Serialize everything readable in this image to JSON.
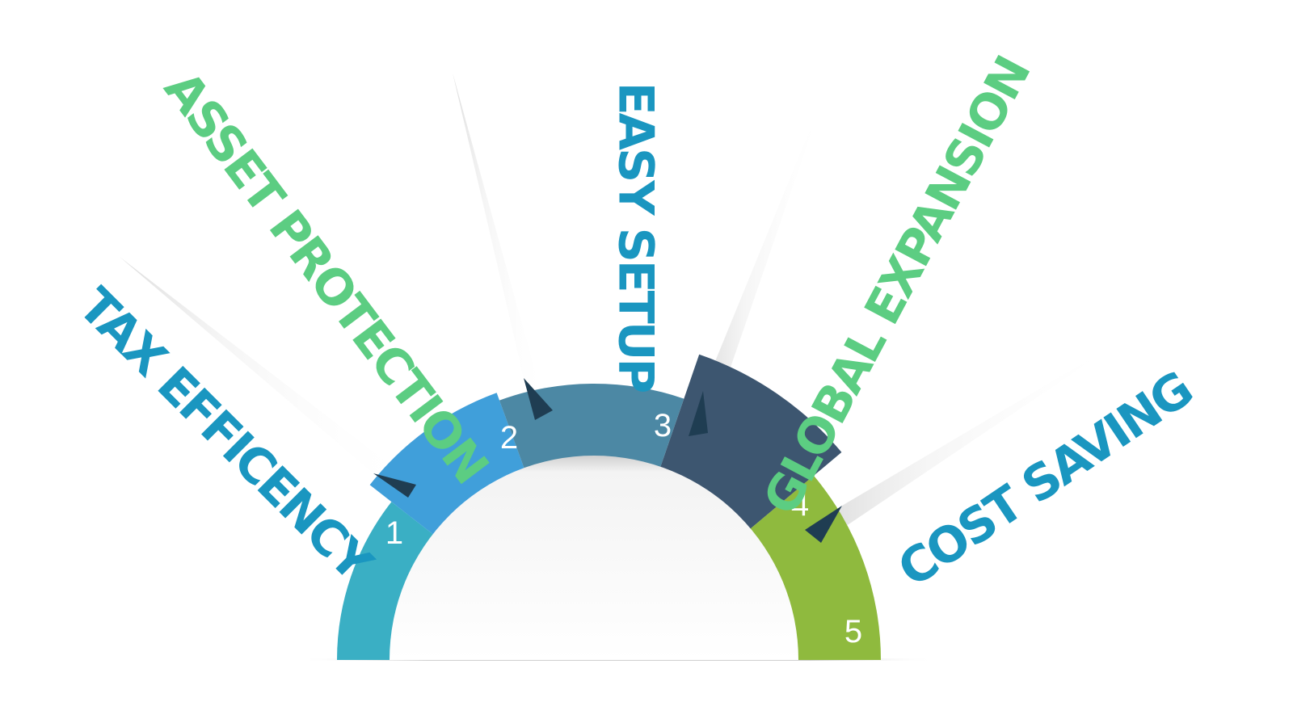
{
  "diagram": {
    "segments": [
      {
        "number": "1",
        "label": "TAX EFFICENCY",
        "color": "#3aafc4",
        "label_color": "#1a96c0"
      },
      {
        "number": "2",
        "label": "ASSET PROTECTION",
        "color": "#409fda",
        "label_color": "#5ccd82"
      },
      {
        "number": "3",
        "label": "EASY SETUP",
        "color": "#4c88a4",
        "label_color": "#1a96c0"
      },
      {
        "number": "4",
        "label": "GLOBAL EXPANSION",
        "color": "#3d5670",
        "label_color": "#5ccd82"
      },
      {
        "number": "5",
        "label": "COST SAVING",
        "color": "#8fba3e",
        "label_color": "#1a96c0"
      }
    ],
    "fold_color": "#1f3d52"
  }
}
